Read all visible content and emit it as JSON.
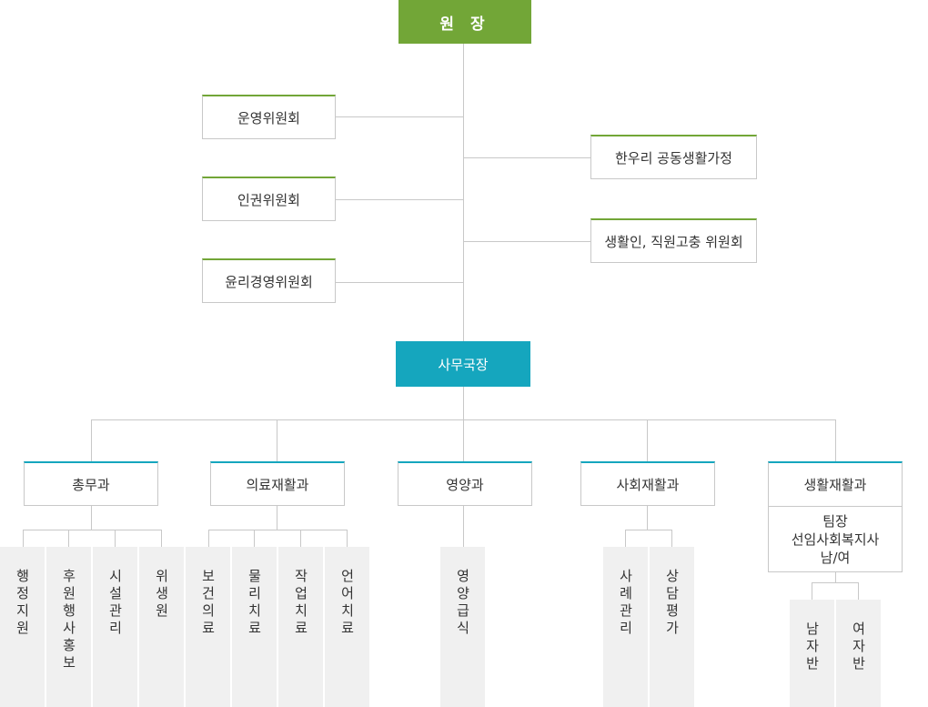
{
  "director": {
    "label": "원 장"
  },
  "secretary": {
    "label": "사무국장"
  },
  "left_committees": [
    {
      "label": "운영위원회"
    },
    {
      "label": "인권위원회"
    },
    {
      "label": "윤리경영위원회"
    }
  ],
  "right_committees": [
    {
      "label": "한우리 공동생활가정"
    },
    {
      "label": "생활인, 직원고충 위원회"
    }
  ],
  "departments": [
    {
      "label": "총무과",
      "units": [
        "행정지원",
        "후원행사홍보",
        "시설관리",
        "위생원"
      ]
    },
    {
      "label": "의료재활과",
      "units": [
        "보건의료",
        "물리치료",
        "작업치료",
        "언어치료"
      ]
    },
    {
      "label": "영양과",
      "units": [
        "영양급식"
      ]
    },
    {
      "label": "사회재활과",
      "units": [
        "사례관리",
        "상담평가"
      ]
    },
    {
      "label": "생활재활과",
      "units": [
        "남자반",
        "여자반"
      ],
      "note": [
        "팀장",
        "선임사회복지사",
        "남/여"
      ]
    }
  ],
  "colors": {
    "director": "#72a637",
    "secretary": "#15a6be",
    "line": "#c8c8c8",
    "unit_bg": "#f0f0f0"
  }
}
